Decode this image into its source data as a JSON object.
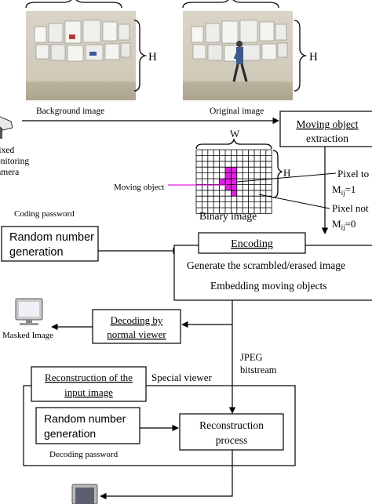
{
  "photos": {
    "background_caption": "Background image",
    "original_caption": "Original image",
    "height_label": "H"
  },
  "camera": {
    "label_lines": [
      "Fixed",
      "monitoring",
      "camera"
    ]
  },
  "extraction": {
    "label_line1": "Moving object",
    "label_line2": "extraction"
  },
  "binary": {
    "width_label": "W",
    "height_label": "H",
    "caption": "Binary image",
    "moving_object_label": "Moving object",
    "pixel_to_label": "Pixel to",
    "pixel_to_eq": "M",
    "pixel_to_sub": "ij",
    "pixel_to_val": "=1",
    "pixel_not_label": "Pixel not",
    "pixel_not_eq": "M",
    "pixel_not_sub": "ij",
    "pixel_not_val": "=0",
    "grid_cols": 13,
    "grid_rows": 11,
    "object_color": "#e020e0",
    "object_cells": [
      [
        5,
        3
      ],
      [
        6,
        3
      ],
      [
        5,
        4
      ],
      [
        6,
        4
      ],
      [
        4,
        5
      ],
      [
        5,
        5
      ],
      [
        6,
        5
      ],
      [
        5,
        6
      ],
      [
        6,
        6
      ],
      [
        6,
        7
      ]
    ]
  },
  "coding": {
    "password_label": "Coding password",
    "rng_line1": "Random number",
    "rng_line2": "generation"
  },
  "encoding": {
    "title": "Encoding",
    "line1": "Generate the scrambled/erased image",
    "line2": "Embedding moving objects"
  },
  "decoding": {
    "line1": "Decoding by",
    "line2": "normal viewer",
    "masked_label": "Masked Image"
  },
  "jpeg": {
    "line1": "JPEG",
    "line2": "bitstream"
  },
  "special": {
    "recon_input_line1": "Reconstruction of the",
    "recon_input_line2": "input image",
    "viewer_label": "Special viewer",
    "rng_line1": "Random number",
    "rng_line2": "generation",
    "decoding_password": "Decoding password",
    "process_line1": "Reconstruction",
    "process_line2": "process"
  }
}
